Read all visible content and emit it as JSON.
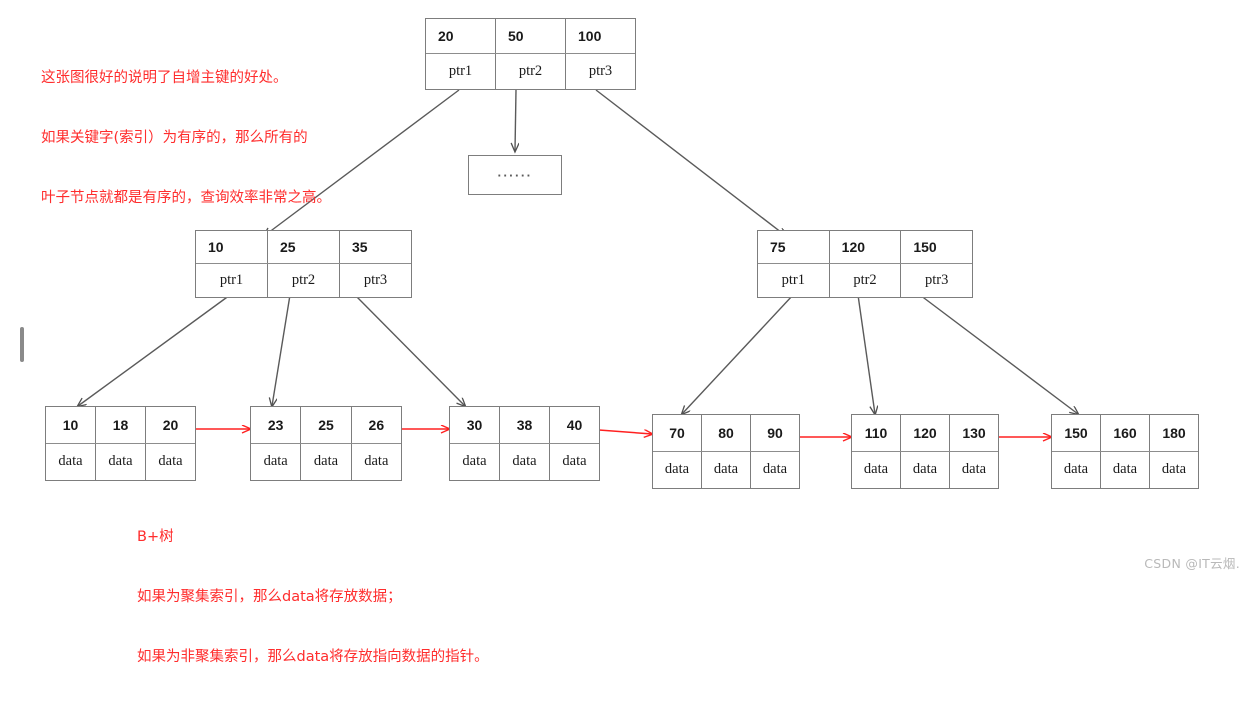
{
  "diagram": {
    "title_note": "B+树",
    "annotations": {
      "top": [
        "这张图很好的说明了自增主键的好处。",
        "如果关键字(索引）为有序的，那么所有的",
        "叶子节点就都是有序的，查询效率非常之高。"
      ],
      "bottom": [
        "B+树",
        "如果为聚集索引，那么data将存放数据；",
        "如果为非聚集索引，那么data将存放指向数据的指针。"
      ]
    },
    "watermark": "CSDN @IT云烟.",
    "colors": {
      "annotation": "#ff2d2d",
      "node_border": "#7d7d7d",
      "edge": "#5a5a5a",
      "leaf_link": "#ff2020",
      "watermark": "#b9b9b9"
    },
    "root": {
      "name": "root-node",
      "keys": [
        "20",
        "50",
        "100"
      ],
      "pointers": [
        "ptr1",
        "ptr2",
        "ptr3"
      ]
    },
    "ellipsis_node": {
      "name": "ellipsis-node",
      "label": "······"
    },
    "internal_nodes": [
      {
        "name": "internal-node-left",
        "keys": [
          "10",
          "25",
          "35"
        ],
        "pointers": [
          "ptr1",
          "ptr2",
          "ptr3"
        ]
      },
      {
        "name": "internal-node-right",
        "keys": [
          "75",
          "120",
          "150"
        ],
        "pointers": [
          "ptr1",
          "ptr2",
          "ptr3"
        ]
      }
    ],
    "leaf_nodes": [
      {
        "name": "leaf-node-1",
        "keys": [
          "10",
          "18",
          "20"
        ],
        "data": [
          "data",
          "data",
          "data"
        ]
      },
      {
        "name": "leaf-node-2",
        "keys": [
          "23",
          "25",
          "26"
        ],
        "data": [
          "data",
          "data",
          "data"
        ]
      },
      {
        "name": "leaf-node-3",
        "keys": [
          "30",
          "38",
          "40"
        ],
        "data": [
          "data",
          "data",
          "data"
        ]
      },
      {
        "name": "leaf-node-4",
        "keys": [
          "70",
          "80",
          "90"
        ],
        "data": [
          "data",
          "data",
          "data"
        ]
      },
      {
        "name": "leaf-node-5",
        "keys": [
          "110",
          "120",
          "130"
        ],
        "data": [
          "data",
          "data",
          "data"
        ]
      },
      {
        "name": "leaf-node-6",
        "keys": [
          "150",
          "160",
          "180"
        ],
        "data": [
          "data",
          "data",
          "data"
        ]
      }
    ]
  }
}
